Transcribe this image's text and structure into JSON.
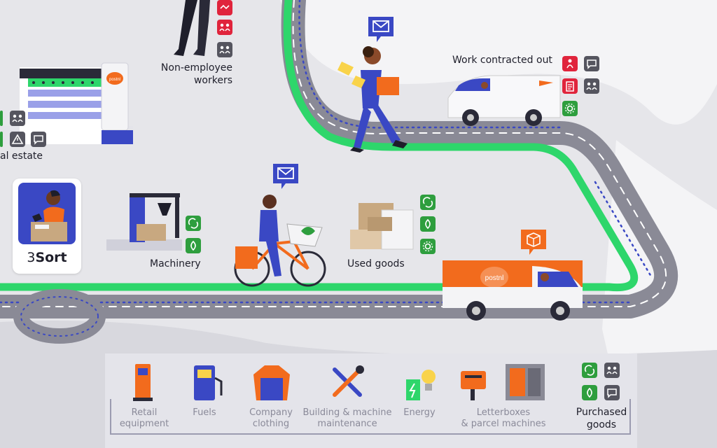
{
  "labels": {
    "non_employee_line1": "Non-employee",
    "non_employee_line2": "workers",
    "work_contracted_out": "Work contracted out",
    "real_estate": "al estate",
    "machinery": "Machinery",
    "used_goods": "Used goods"
  },
  "sort_card": {
    "number": "3",
    "word": "Sort"
  },
  "categories": [
    {
      "line1": "Retail",
      "line2": "equipment"
    },
    {
      "line1": "Fuels",
      "line2": ""
    },
    {
      "line1": "Company",
      "line2": "clothing"
    },
    {
      "line1": "Building & machine",
      "line2": "maintenance"
    },
    {
      "line1": "Energy",
      "line2": ""
    },
    {
      "line1": "Letterboxes",
      "line2": "& parcel machines"
    }
  ],
  "purchased_goods": {
    "line1": "Purchased",
    "line2": "goods"
  },
  "brand": {
    "name": "postnl"
  },
  "colors": {
    "orange": "#f26b1d",
    "blue": "#3a48c4",
    "green_route": "#2ed66b",
    "road": "#8a8a96",
    "red_badge": "#e0243c",
    "green_badge": "#2e9e3e",
    "gray_badge": "#55555f"
  },
  "icons": {
    "envelope": "envelope-icon",
    "parcel": "parcel-icon",
    "recycle": "recycle-icon",
    "leaf": "leaf-icon",
    "gear": "gear-icon",
    "people": "people-icon",
    "handshake": "handshake-icon",
    "warning": "warning-icon",
    "chat": "chat-icon",
    "clipboard": "clipboard-icon",
    "person": "person-icon"
  }
}
